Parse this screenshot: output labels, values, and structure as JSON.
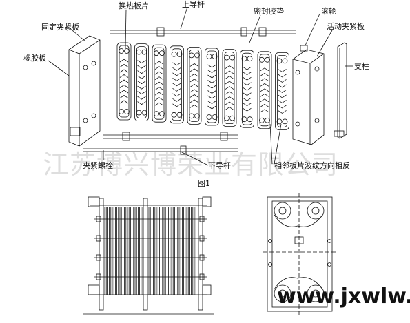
{
  "labels": {
    "fixed_clamp_plate": "固定夹紧板",
    "heat_exchange_plates": "换热板片",
    "upper_guide_bar": "上导杆",
    "sealing_gasket": "密封胶垫",
    "roller": "滚轮",
    "movable_clamp_plate": "活动夹紧板",
    "rubber_plate": "橡胶板",
    "support_column": "支柱",
    "clamping_bolt": "夹紧螺栓",
    "lower_guide_bar": "下导杆",
    "adjacent_plates_note": "相邻板片波纹方向相反"
  },
  "figure_caption": "图1",
  "watermark": "江苏博兴博荣业有限公司",
  "site_url": "www.jxwlw.cn",
  "colors": {
    "line": "#111111",
    "background": "#ffffff"
  }
}
